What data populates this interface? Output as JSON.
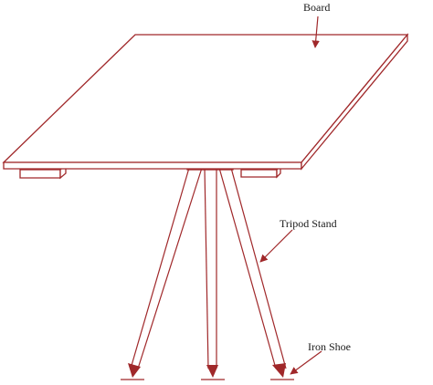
{
  "diagram": {
    "labels": {
      "board": "Board",
      "tripod_stand": "Tripod Stand",
      "iron_shoe": "Iron Shoe"
    },
    "colors": {
      "line": "#a0282a",
      "text": "#1a1a1a",
      "background": "#ffffff"
    }
  }
}
